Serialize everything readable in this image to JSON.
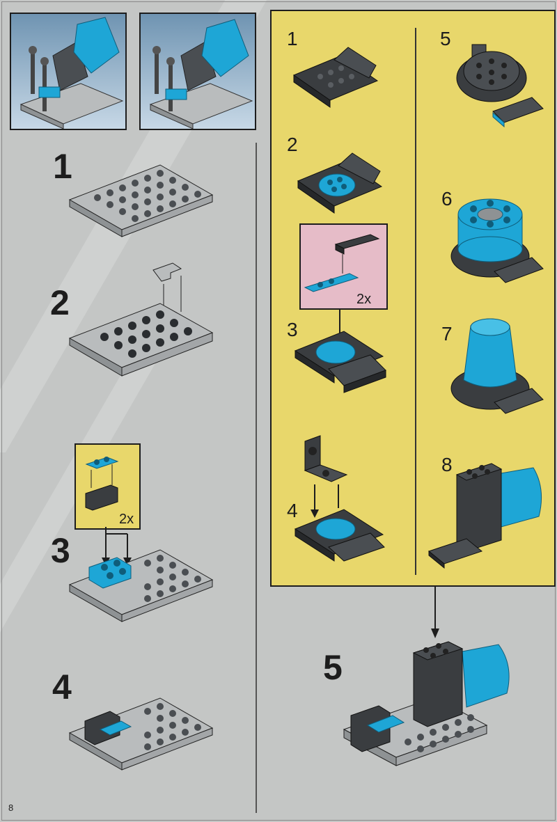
{
  "page_number": "8",
  "left_column": {
    "steps": [
      {
        "label": "1"
      },
      {
        "label": "2"
      },
      {
        "label": "3",
        "callout_multiplier": "2x"
      },
      {
        "label": "4"
      }
    ]
  },
  "subassembly": {
    "steps": [
      {
        "label": "1"
      },
      {
        "label": "2"
      },
      {
        "label": "3",
        "callout_multiplier": "2x"
      },
      {
        "label": "4"
      },
      {
        "label": "5"
      },
      {
        "label": "6"
      },
      {
        "label": "7"
      },
      {
        "label": "8"
      }
    ]
  },
  "main_step": {
    "label": "5"
  },
  "colors": {
    "panel_yellow": "#e8d76b",
    "callout_pink": "#e6bcc8",
    "brick_light_gray": "#b9bcbd",
    "brick_dark_gray": "#4a4e52",
    "brick_blue": "#1ea6d6",
    "page_gray": "#c4c6c5"
  }
}
